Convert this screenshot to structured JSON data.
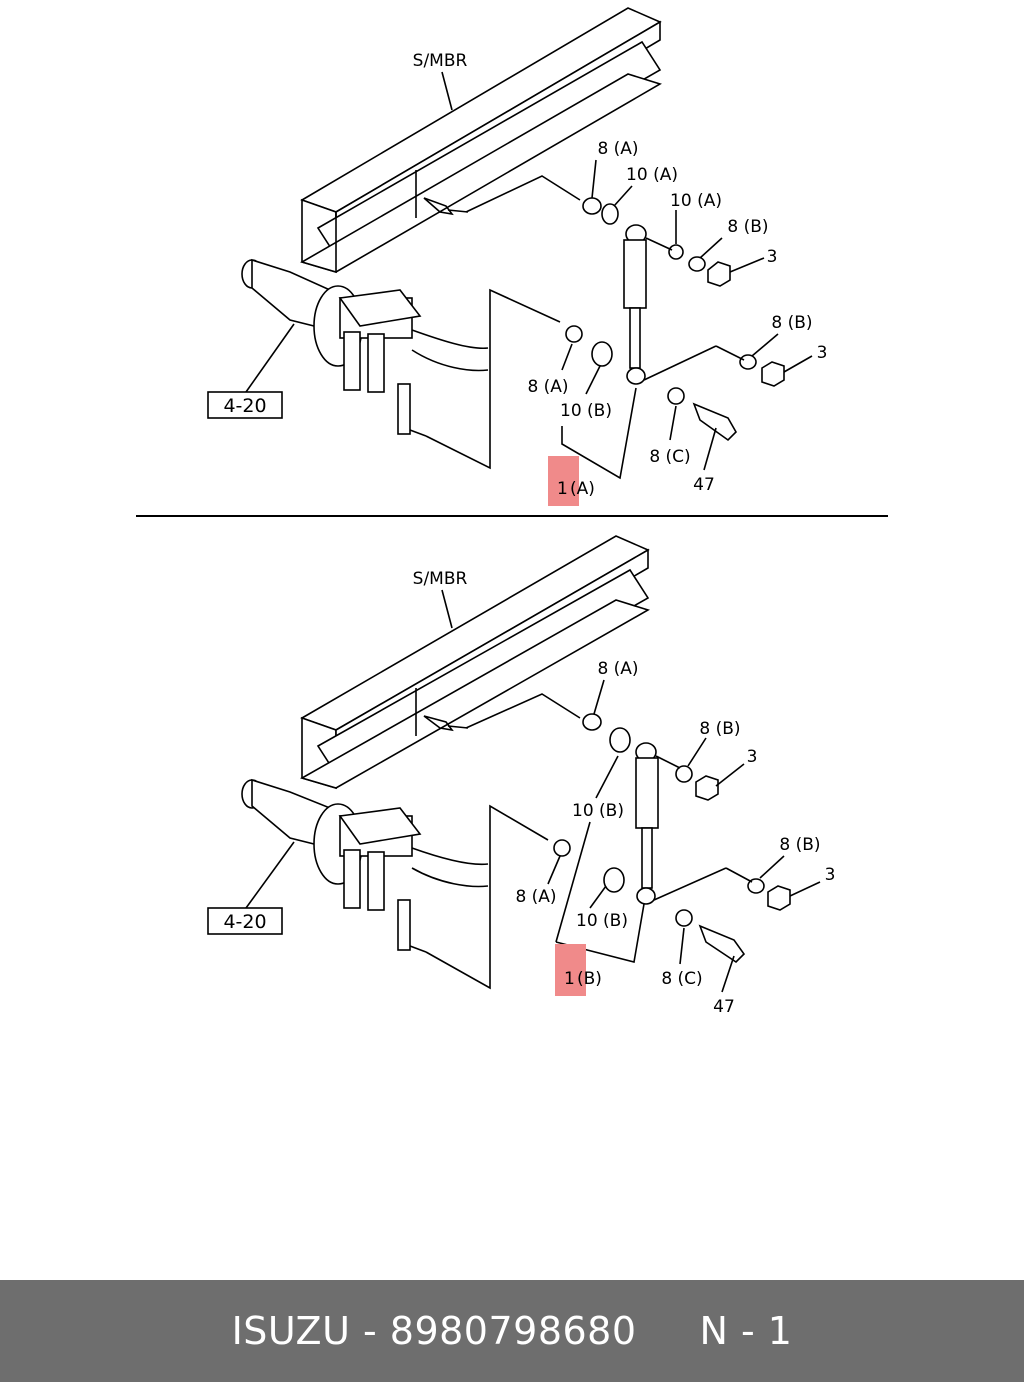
{
  "colors": {
    "highlight": "#f08a8a",
    "footer_bg": "#6e6e6e",
    "footer_text": "#ffffff"
  },
  "top": {
    "frame_label": "S/MBR",
    "ref_box": "4-20",
    "labels": {
      "p8A_1": "8 (A)",
      "p10A_1": "10 (A)",
      "p10A_2": "10 (A)",
      "p8B_1": "8 (B)",
      "p3_1": "3",
      "p8B_2": "8 (B)",
      "p3_2": "3",
      "p8A_2": "8 (A)",
      "p10B": "10 (B)",
      "p8C": "8 (C)",
      "p47": "47"
    },
    "callout_num": "1",
    "callout_letter": "(A)"
  },
  "bottom": {
    "frame_label": "S/MBR",
    "ref_box": "4-20",
    "labels": {
      "p8A_1": "8 (A)",
      "p8B_1": "8 (B)",
      "p3_1": "3",
      "p10B_1": "10 (B)",
      "p8B_2": "8 (B)",
      "p3_2": "3",
      "p8A_2": "8 (A)",
      "p10B_2": "10 (B)",
      "p8C": "8 (C)",
      "p47": "47"
    },
    "callout_num": "1",
    "callout_letter": "(B)"
  },
  "footer": {
    "brand": "ISUZU",
    "sep": " - ",
    "part_number": "8980798680",
    "gap": "     ",
    "page": "N - 1"
  }
}
